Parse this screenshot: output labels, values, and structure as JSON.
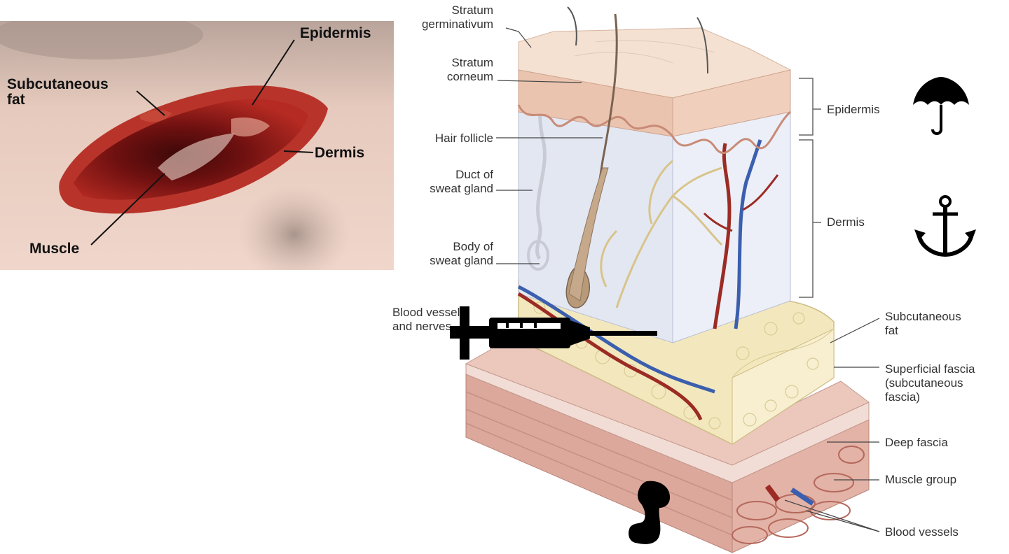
{
  "photo": {
    "labels": {
      "epidermis": "Epidermis",
      "subcutaneous_fat": "Subcutaneous\nfat",
      "dermis": "Dermis",
      "muscle": "Muscle"
    }
  },
  "diagram": {
    "left_labels": {
      "stratum_germinativum": "Stratum\ngerminativum",
      "stratum_corneum": "Stratum\ncorneum",
      "hair_follicle": "Hair follicle",
      "duct_sweat_gland": "Duct of\nsweat gland",
      "body_sweat_gland": "Body of\nsweat gland",
      "blood_vessels_nerves": "Blood vessels\nand nerves"
    },
    "right_labels": {
      "epidermis": "Epidermis",
      "dermis": "Dermis",
      "subcutaneous_fat": "Subcutaneous\nfat",
      "superficial_fascia": "Superficial fascia\n(subcutaneous\nfascia)",
      "deep_fascia": "Deep fascia",
      "muscle_group": "Muscle group",
      "blood_vessels": "Blood vessels"
    }
  },
  "icons": {
    "epidermis": "umbrella-icon",
    "dermis": "anchor-icon",
    "injection": "syringe-icon",
    "muscle": "flexed-arm-icon"
  },
  "colors": {
    "wound_red": "#8e1616",
    "skin_pink": "#e9c6b8",
    "dermis_blue": "#e3e7f2",
    "fat_yellow": "#f3e8bd",
    "muscle_pink": "#dca89c",
    "artery_red": "#9b2b24",
    "vein_blue": "#3b5fae"
  }
}
